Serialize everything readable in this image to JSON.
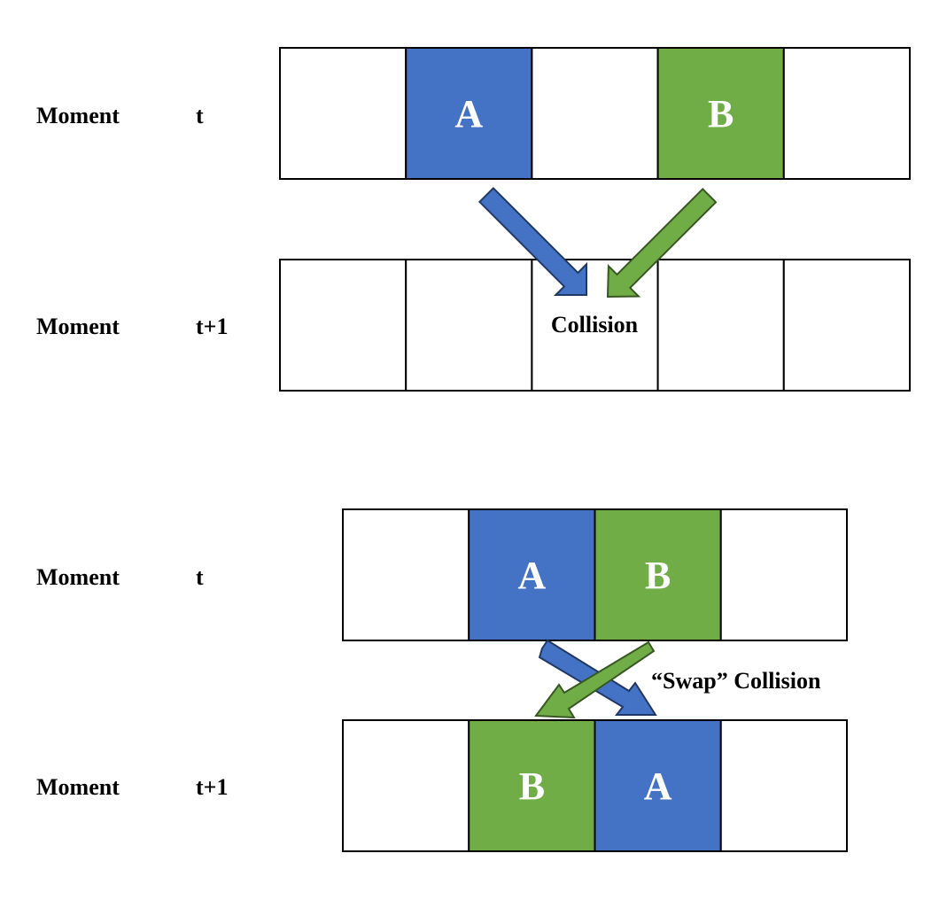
{
  "colors": {
    "agent_a": "#4472C4",
    "agent_b": "#70AD47",
    "arrow_a_stroke": "#1F3864",
    "arrow_b_stroke": "#385723",
    "grid_line": "#000000"
  },
  "icons": [
    "arrow-down-right-icon",
    "arrow-down-left-icon"
  ],
  "diagram1": {
    "row_t": {
      "moment": "Moment",
      "time": "t",
      "cells": [
        "",
        "A",
        "",
        "B",
        ""
      ]
    },
    "row_t1": {
      "moment": "Moment",
      "time": "t+1",
      "cells": [
        "",
        "",
        "",
        "",
        ""
      ]
    },
    "collision_label": "Collision"
  },
  "diagram2": {
    "row_t": {
      "moment": "Moment",
      "time": "t",
      "cells": [
        "",
        "A",
        "B",
        ""
      ]
    },
    "row_t1": {
      "moment": "Moment",
      "time": "t+1",
      "cells": [
        "",
        "B",
        "A",
        ""
      ]
    },
    "collision_label": "“Swap” Collision"
  }
}
